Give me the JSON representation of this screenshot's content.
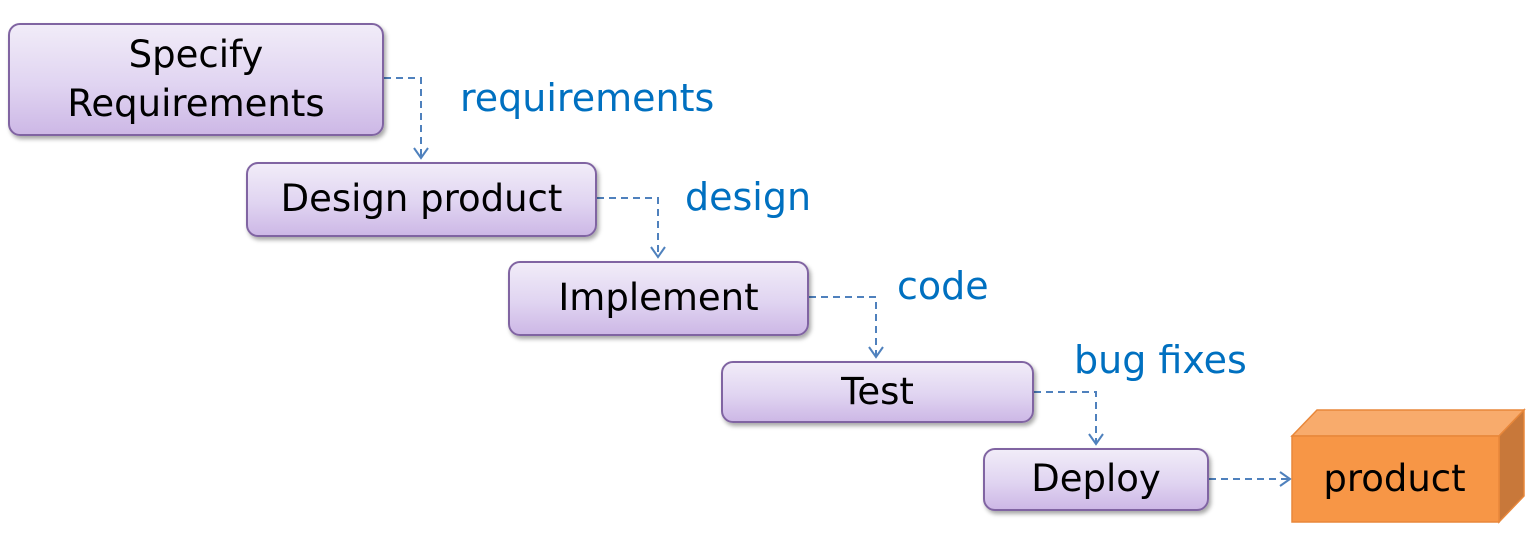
{
  "diagram": {
    "title": "Waterfall process",
    "stages": [
      {
        "label_line1": "Specify",
        "label_line2": "Requirements"
      },
      {
        "label": "Design product"
      },
      {
        "label": "Implement"
      },
      {
        "label": "Test"
      },
      {
        "label": "Deploy"
      }
    ],
    "artifacts": [
      {
        "label": "requirements"
      },
      {
        "label": "design"
      },
      {
        "label": "code"
      },
      {
        "label": "bug fixes"
      }
    ],
    "output": {
      "label": "product"
    },
    "colors": {
      "stage_border": "#8064a2",
      "artifact_text": "#0070c0",
      "connector": "#4f81bd",
      "product_front": "#f79646",
      "product_top": "#f8ab6c",
      "product_side": "#c8783a"
    }
  }
}
